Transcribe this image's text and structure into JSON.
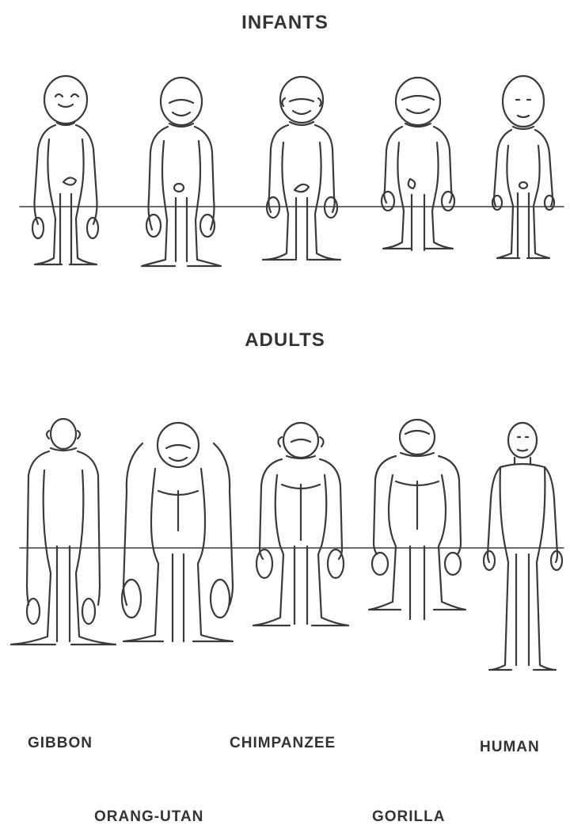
{
  "headings": {
    "infants": "INFANTS",
    "adults": "ADULTS"
  },
  "labels": {
    "gibbon": "GIBBON",
    "orang_utan": "ORANG-UTAN",
    "chimpanzee": "CHIMPANZEE",
    "gorilla": "GORILLA",
    "human": "HUMAN"
  },
  "colors": {
    "ink": "#3a3a3a",
    "paper": "#ffffff"
  }
}
